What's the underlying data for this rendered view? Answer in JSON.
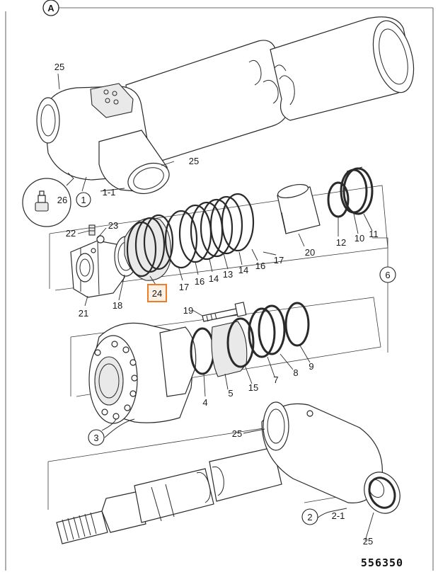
{
  "view_marker": "A",
  "drawing_number": "556350",
  "highlight_color": "#ee7d2a",
  "highlighted_label": "24",
  "labels": {
    "l25a": "25",
    "l25b": "25",
    "l26": "26",
    "l1": "1",
    "l1_1": "1-1",
    "l22": "22",
    "l23": "23",
    "l21": "21",
    "l18": "18",
    "l24": "24",
    "l17a": "17",
    "l16a": "16",
    "l14a": "14",
    "l13": "13",
    "l14b": "14",
    "l16b": "16",
    "l17b": "17",
    "l20": "20",
    "l12": "12",
    "l10": "10",
    "l11": "11",
    "l6": "6",
    "l19": "19",
    "l3": "3",
    "l4": "4",
    "l5": "5",
    "l15": "15",
    "l7": "7",
    "l8": "8",
    "l9": "9",
    "l25c": "25",
    "l2": "2",
    "l2_1": "2-1",
    "l25d": "25"
  }
}
